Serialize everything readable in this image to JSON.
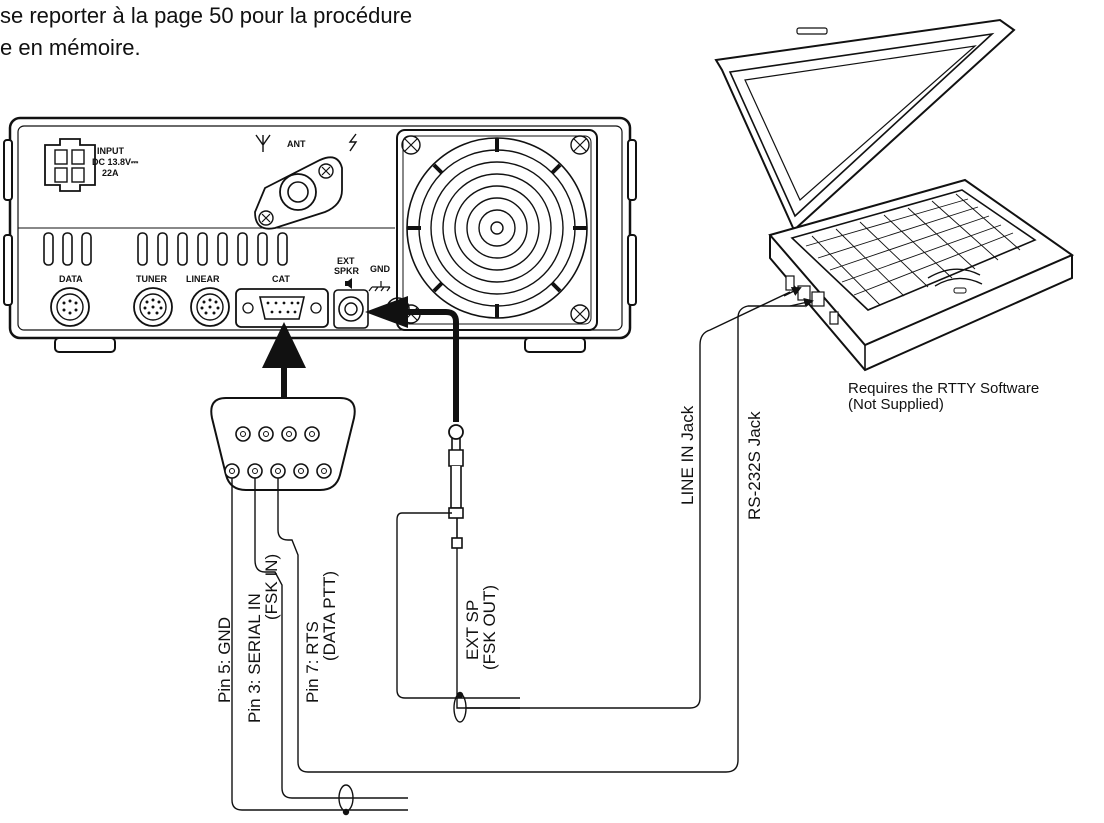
{
  "intro": {
    "line1": "se reporter à la page 50 pour la procédure",
    "line2": "e en mémoire."
  },
  "radio": {
    "input_label": "INPUT",
    "input_rating": "DC 13.8V⎓",
    "input_current": "22A",
    "ant_label": "ANT",
    "ports": {
      "data": "DATA",
      "tuner": "TUNER",
      "linear": "LINEAR",
      "cat": "CAT",
      "ext_spkr_1": "EXT",
      "ext_spkr_2": "SPKR",
      "gnd": "GND"
    }
  },
  "computer": {
    "requirement_1": "Requires the RTTY Software",
    "requirement_2": "(Not Supplied)"
  },
  "connections": {
    "line_in": "LINE IN Jack",
    "rs232": "RS-232S Jack",
    "pin5": "Pin 5: GND",
    "pin3_1": "Pin 3: SERIAL IN",
    "pin3_2": "(FSK IN)",
    "pin7_1": "Pin 7: RTS",
    "pin7_2": "(DATA PTT)",
    "ext_sp_1": "EXT SP",
    "ext_sp_2": "(FSK OUT)"
  },
  "colors": {
    "ink": "#111111",
    "paper": "#ffffff"
  },
  "icons": [
    "antenna-icon",
    "lightning-ground-icon",
    "speaker-icon",
    "ground-icon",
    "cooling-fan-icon"
  ]
}
